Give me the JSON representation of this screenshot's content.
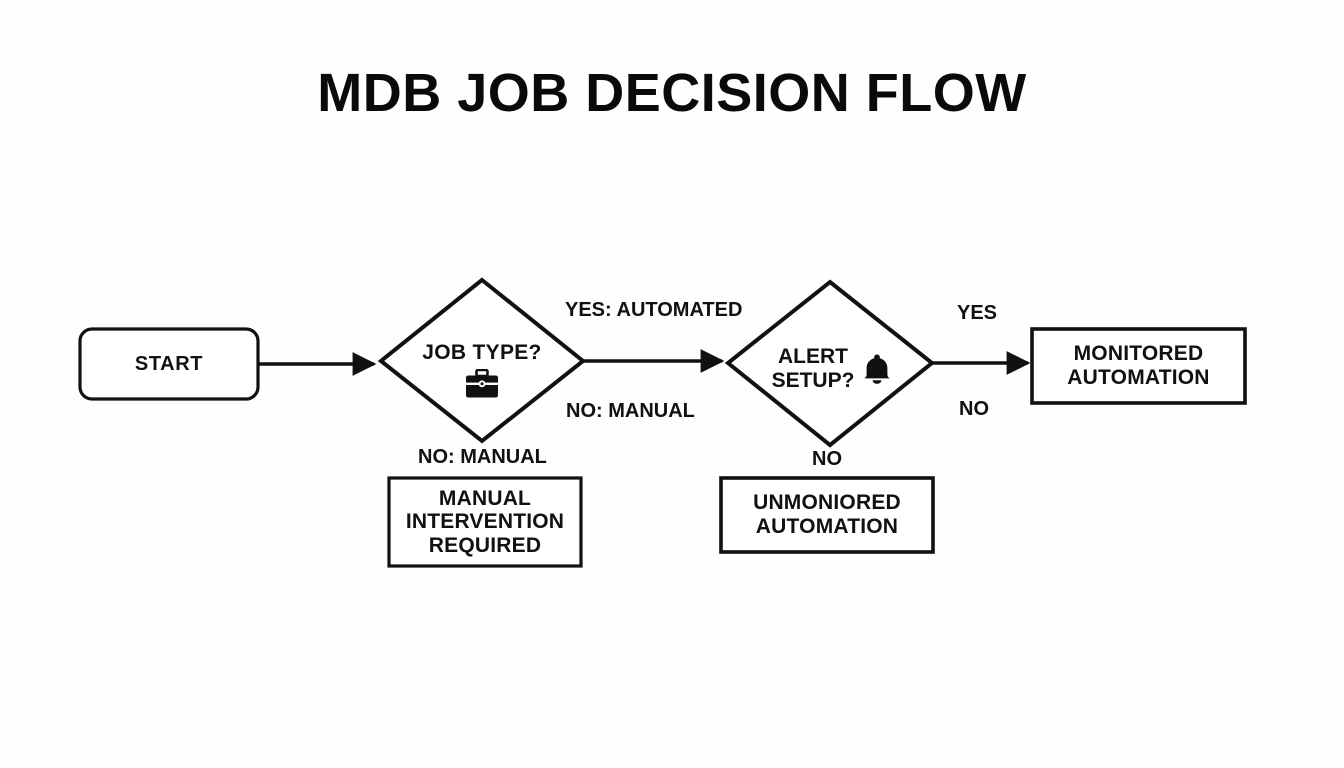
{
  "page": {
    "title": "MDB JOB DECISION FLOW",
    "background_color": "#fefefe",
    "stroke_color": "#111111",
    "text_color": "#111111"
  },
  "nodes": {
    "start": {
      "id": "start",
      "shape": "rounded-rectangle",
      "label": "START"
    },
    "job_type": {
      "id": "job-type",
      "shape": "diamond",
      "label": "JOB TYPE?",
      "icon": "briefcase-icon"
    },
    "alert_setup": {
      "id": "alert-setup",
      "shape": "diamond",
      "label_line1": "ALERT",
      "label_line2": "SETUP?",
      "icon": "bell-icon"
    },
    "manual_intervention": {
      "id": "manual-intervention-required",
      "shape": "rectangle",
      "label_line1": "MANUAL",
      "label_line2": "INTERVENTION",
      "label_line3": "REQUIRED"
    },
    "unmonitored_automation": {
      "id": "unmoniored-automation",
      "shape": "rectangle",
      "label_line1": "UNMONIORED",
      "label_line2": "AUTOMATION"
    },
    "monitored_automation": {
      "id": "monitored-automation",
      "shape": "rectangle",
      "label_line1": "MONITORED",
      "label_line2": "AUTOMATION"
    }
  },
  "edges": {
    "start_to_job_type": {
      "label": ""
    },
    "job_type_yes": {
      "label": "YES: AUTOMATED"
    },
    "job_type_no_mid": {
      "label": "NO: MANUAL"
    },
    "job_type_no_down": {
      "label": "NO: MANUAL"
    },
    "alert_setup_no": {
      "label": "NO"
    },
    "alert_setup_yes": {
      "label": "YES"
    },
    "alert_setup_no_right": {
      "label": "NO"
    }
  },
  "chart_data": {
    "type": "diagram",
    "title": "MDB JOB DECISION FLOW",
    "nodes": [
      {
        "id": "start",
        "type": "terminator",
        "text": "START"
      },
      {
        "id": "job-type",
        "type": "decision",
        "text": "JOB TYPE?",
        "icon": "briefcase"
      },
      {
        "id": "alert-setup",
        "type": "decision",
        "text": "ALERT SETUP?",
        "icon": "bell"
      },
      {
        "id": "manual-intervention-required",
        "type": "process",
        "text": "MANUAL INTERVENTION REQUIRED"
      },
      {
        "id": "unmoniored-automation",
        "type": "process",
        "text": "UNMONIORED AUTOMATION"
      },
      {
        "id": "monitored-automation",
        "type": "process",
        "text": "MONITORED AUTOMATION"
      }
    ],
    "links": [
      {
        "from": "start",
        "to": "job-type",
        "label": ""
      },
      {
        "from": "job-type",
        "to": "alert-setup",
        "label": "YES: AUTOMATED"
      },
      {
        "from": "job-type",
        "to": "alert-setup",
        "label": "NO: MANUAL"
      },
      {
        "from": "job-type",
        "to": "manual-intervention-required",
        "label": "NO: MANUAL"
      },
      {
        "from": "alert-setup",
        "to": "unmoniored-automation",
        "label": "NO"
      },
      {
        "from": "alert-setup",
        "to": "monitored-automation",
        "label": "YES"
      },
      {
        "from": "alert-setup",
        "to": "monitored-automation",
        "label": "NO"
      }
    ]
  }
}
